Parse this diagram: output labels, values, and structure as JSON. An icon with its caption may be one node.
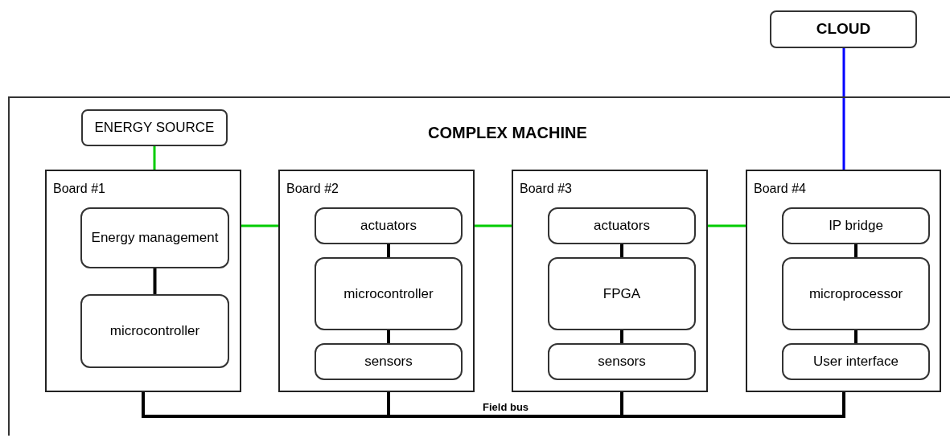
{
  "diagram": {
    "nodes": [
      {
        "text": [
          "CLOUD"
        ]
      },
      {
        "text": [
          "COMPLEX MACHINE"
        ]
      },
      {
        "text": [
          "ENERGY SOURCE"
        ],
        "in": 1
      },
      {
        "text": [
          "Board #1"
        ],
        "in": 1
      },
      {
        "text": [
          "Energy management"
        ],
        "in": 3
      },
      {
        "text": [
          "microcontroller"
        ],
        "in": 3
      },
      {
        "text": [
          "Board #2"
        ],
        "in": 1
      },
      {
        "text": [
          "actuators"
        ],
        "in": 6
      },
      {
        "text": [
          "microcontroller"
        ],
        "in": 6
      },
      {
        "text": [
          "sensors"
        ],
        "in": 6
      },
      {
        "text": [
          "Board #3"
        ],
        "in": 1
      },
      {
        "text": [
          "actuators"
        ],
        "in": 10
      },
      {
        "text": [
          "FPGA"
        ],
        "in": 10
      },
      {
        "text": [
          "sensors"
        ],
        "in": 10
      },
      {
        "text": [
          "Board #4"
        ],
        "in": 1
      },
      {
        "text": [
          "IP bridge"
        ],
        "in": 14
      },
      {
        "text": [
          "microprocessor"
        ],
        "in": 14
      },
      {
        "text": [
          "User interface"
        ],
        "in": 14
      }
    ],
    "edges": [
      {
        "from": 0,
        "to": 14,
        "arrow": "none",
        "color": "#0000ff"
      },
      {
        "from": 2,
        "to": 3,
        "arrow": "none",
        "color": "#00cc00"
      },
      {
        "from": 3,
        "to": 6,
        "arrow": "none",
        "color": "#00cc00"
      },
      {
        "from": 6,
        "to": 10,
        "arrow": "none",
        "color": "#00cc00"
      },
      {
        "from": 10,
        "to": 14,
        "arrow": "none",
        "color": "#00cc00"
      },
      {
        "from": 4,
        "to": 5,
        "arrow": "none"
      },
      {
        "from": 7,
        "to": 8,
        "arrow": "none"
      },
      {
        "from": 8,
        "to": 9,
        "arrow": "none"
      },
      {
        "from": 11,
        "to": 12,
        "arrow": "none"
      },
      {
        "from": 12,
        "to": 13,
        "arrow": "none"
      },
      {
        "from": 15,
        "to": 16,
        "arrow": "none"
      },
      {
        "from": 16,
        "to": 17,
        "arrow": "none"
      },
      {
        "from": 3,
        "to": 6,
        "arrow": "none"
      },
      {
        "from": 6,
        "to": 10,
        "arrow": "none",
        "label": "Field bus"
      },
      {
        "from": 10,
        "to": 14,
        "arrow": "none"
      }
    ]
  }
}
